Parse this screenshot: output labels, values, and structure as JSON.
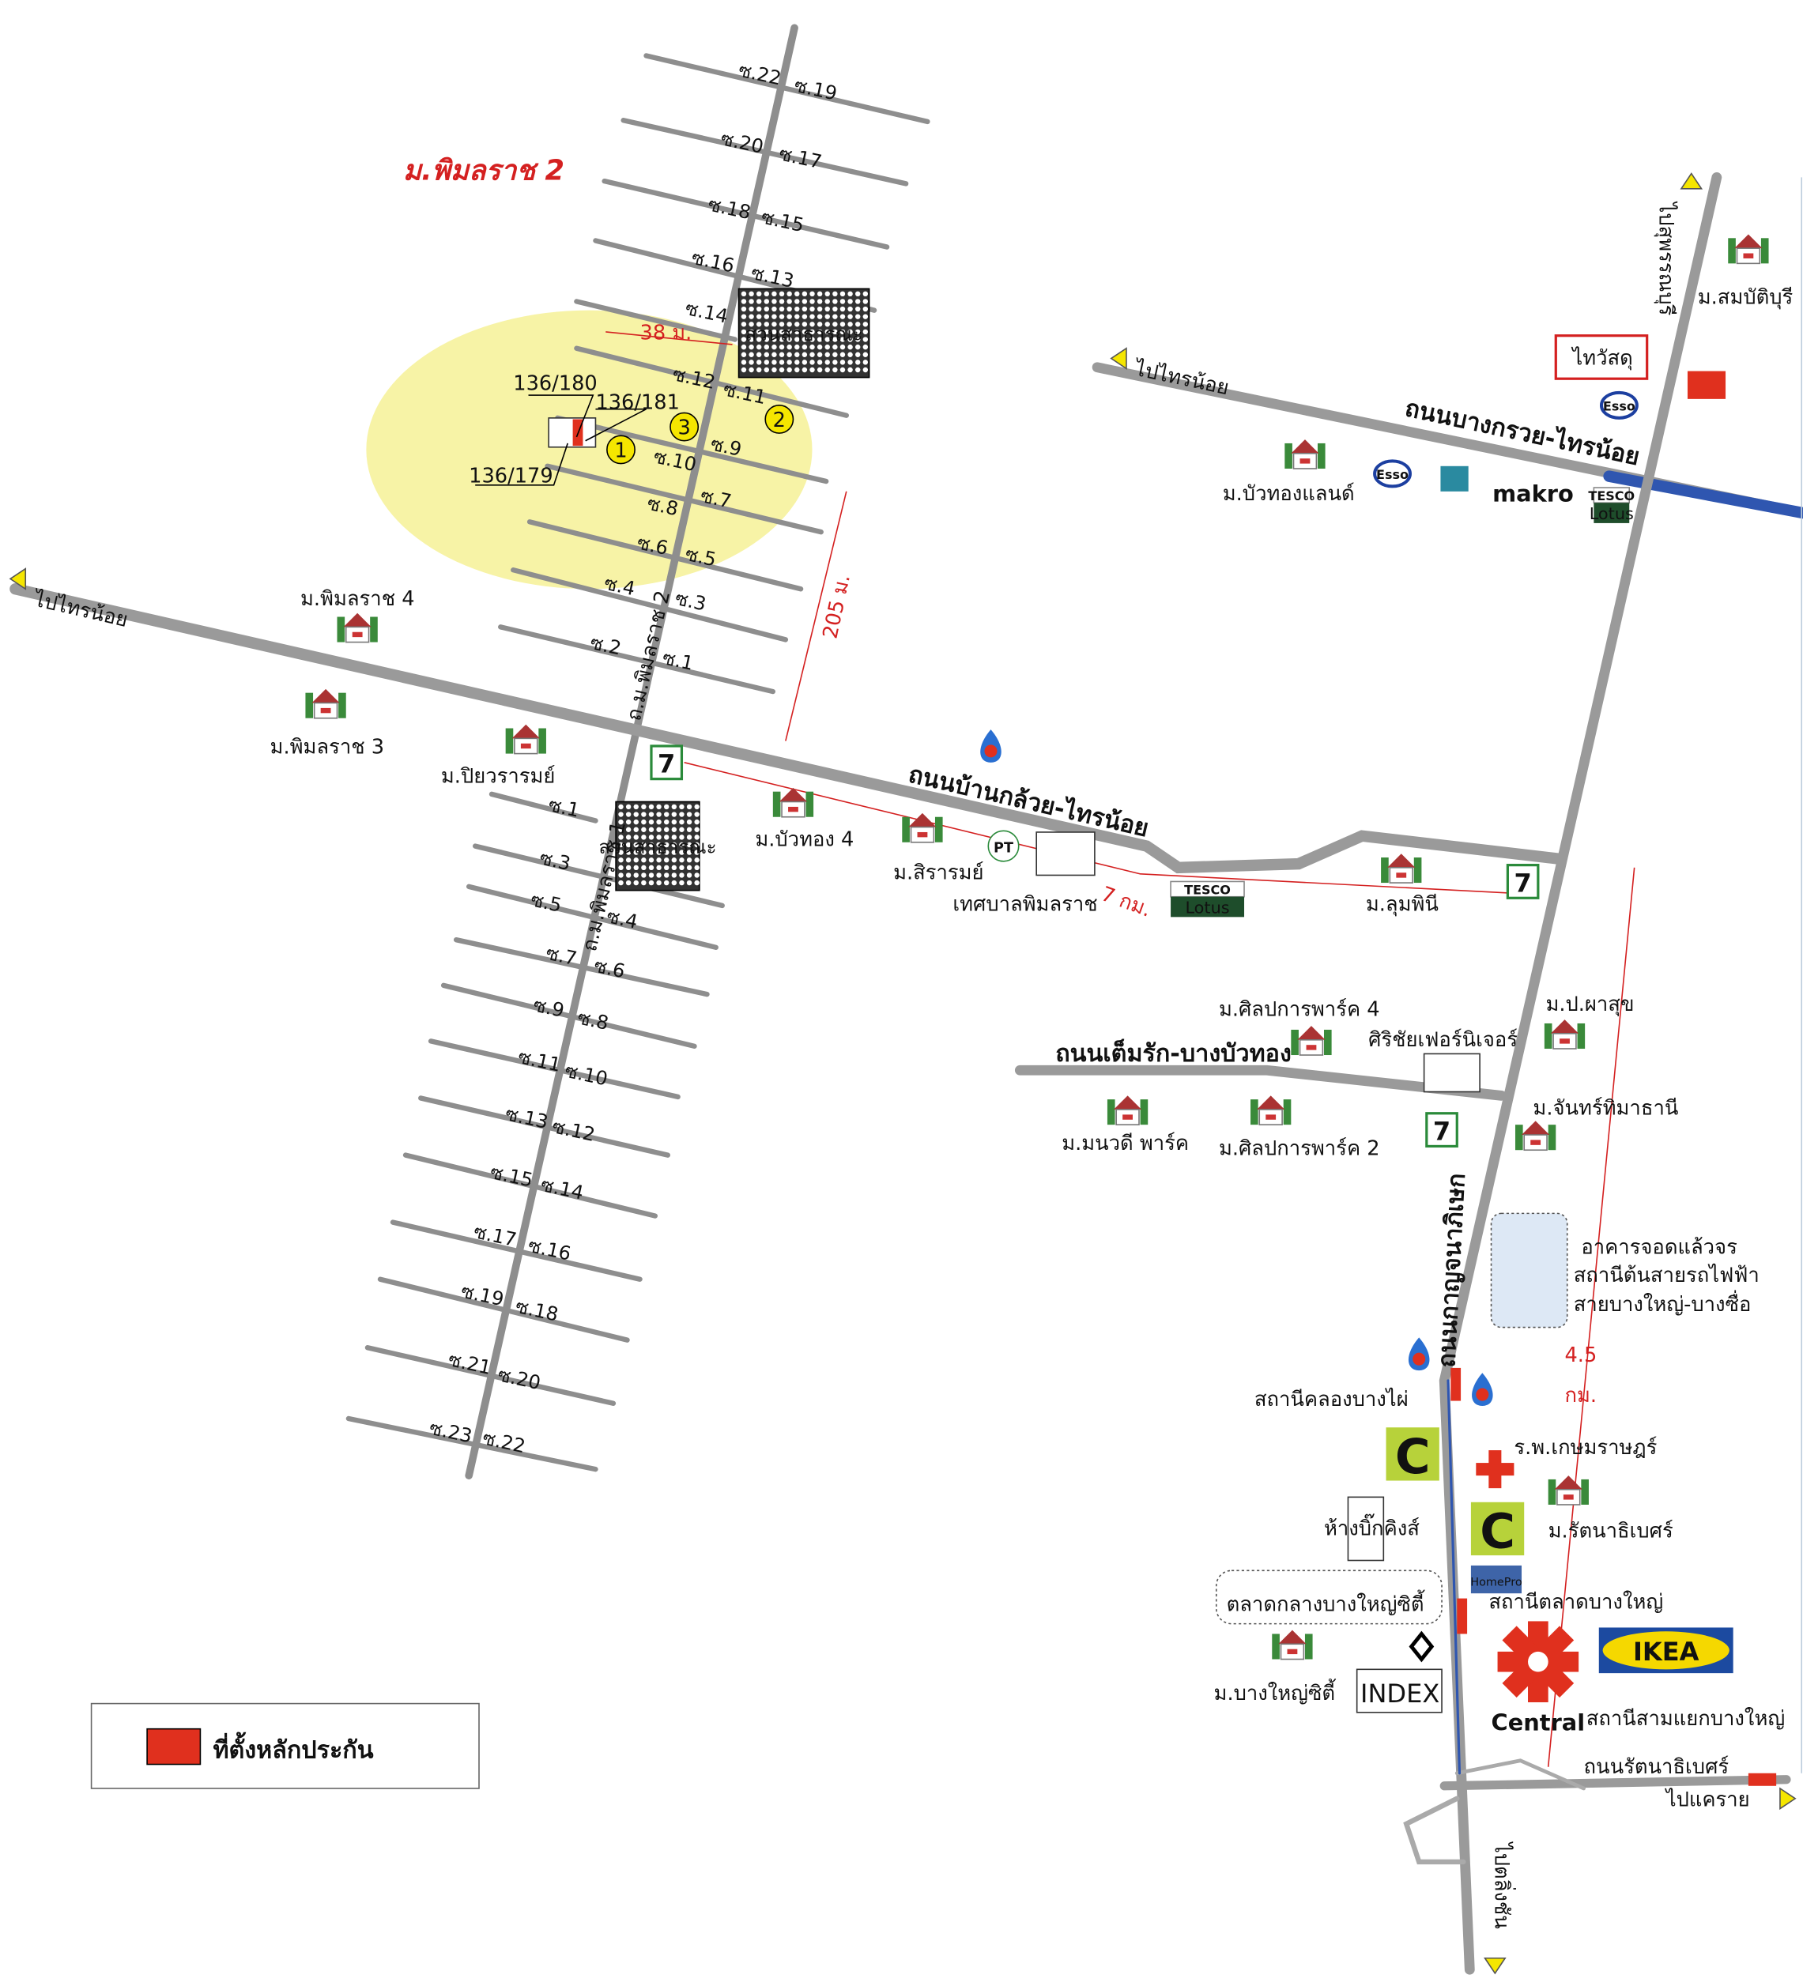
{
  "title": "ม.พิมลราช 2",
  "measurements": {
    "width_38": "38 ม.",
    "dist_205": "205 ม.",
    "dist_7km": "7 กม.",
    "dist_45": "4.5",
    "dist_45_unit": "กม."
  },
  "plots": {
    "p180": "136/180",
    "p181": "136/181",
    "p179": "136/179"
  },
  "markers": [
    "1",
    "2",
    "3"
  ],
  "sois_north": [
    "ซ.22",
    "ซ.19",
    "ซ.20",
    "ซ.17",
    "ซ.18",
    "ซ.15",
    "ซ.16",
    "ซ.13",
    "ซ.14",
    "ซ.12",
    "ซ.11",
    "ซ.10",
    "ซ.9",
    "ซ.8",
    "ซ.7",
    "ซ.6",
    "ซ.5",
    "ซ.4",
    "ซ.3",
    "ซ.2",
    "ซ.1"
  ],
  "sois_south": [
    "ซ.1",
    "ซ.3",
    "ซ.5",
    "ซ.4",
    "ซ.7",
    "ซ.6",
    "ซ.9",
    "ซ.8",
    "ซ.11",
    "ซ.10",
    "ซ.13",
    "ซ.12",
    "ซ.15",
    "ซ.14",
    "ซ.17",
    "ซ.16",
    "ซ.19",
    "ซ.18",
    "ซ.21",
    "ซ.20",
    "ซ.23",
    "ซ.22"
  ],
  "parks": [
    "สวนสาธารณะ",
    "สวนสาธารณะ"
  ],
  "roads": {
    "pimonrat2": "ถ.ม.พิมลราช 2",
    "pimonrat1": "ถ.ม.พิมลราช 1",
    "bankluai": "ถนนบ้านกล้วย-ไทรน้อย",
    "bangkruai": "ถนนบางกรวย-ไทรน้อย",
    "temrak": "ถนนเต็มรัก-บางบัวทอง",
    "kanchana": "ถนนกาญจนาภิเษก",
    "rattanathibet": "ถนนรัตนาธิเบศร์"
  },
  "directions": {
    "sainoi_west": "ไปไทรน้อย",
    "sainoi_north": "ไปไทรน้อย",
    "suphan": "ไปสุพรรณบุรี",
    "khae_rai": "ไปแคราย",
    "taling_chan": "ไปตลิ่งชัน"
  },
  "places": {
    "pimonrat4": "ม.พิมลราช 4",
    "pimonrat3": "ม.พิมลราช 3",
    "piyawararom": "ม.ปิยวรารมย์",
    "buathong4": "ม.บัวทอง 4",
    "sirarom": "ม.สิรารมย์",
    "municipality": "เทศบาลพิมลราช",
    "lumpini": "ม.ลุมพินี",
    "buathongland": "ม.บัวทองแลนด์",
    "sombatburi": "ม.สมบัติบุรี",
    "silpakarn4": "ม.ศิลปการพาร์ค 4",
    "sirichai": "ศิริชัยเฟอร์นิเจอร์",
    "paphasuk": "ม.ป.ผาสุข",
    "chantima": "ม.จันทร์ทิมาธานี",
    "manawadee": "ม.มนวดี พาร์ค",
    "silpakarn2": "ม.ศิลปการพาร์ค 2",
    "parkride1": "อาคารจอดแล้วจร",
    "parkride2": "สถานีต้นสายรถไฟฟ้า",
    "parkride3": "สายบางใหญ่-บางซื่อ",
    "khlongbangphai": "สถานีคลองบางไผ่",
    "kasemrad": "ร.พ.เกษมราษฎร์",
    "bigkings": "ห้างบิ๊กคิงส์",
    "rattanathibet_village": "ม.รัตนาธิเบศร์",
    "talad_city": "ตลาดกลางบางใหญ่ซิตี้",
    "talad_station": "สถานีตลาดบางใหญ่",
    "bangyai_city": "ม.บางใหญ่ซิตี้",
    "samyaek_station": "สถานีสามแยกบางใหญ่"
  },
  "brands": {
    "thaiwatsadu": "ไทวัสดุ",
    "esso": "Esso",
    "makro": "makro",
    "tesco": "TESCO",
    "lotus": "Lotus",
    "seven": "7",
    "bigc": "C",
    "homepro": "HomePro",
    "ikea": "IKEA",
    "central": "Central",
    "index": "INDEX",
    "pt": "PT"
  },
  "legend": {
    "label": "ที่ตั้งหลักประกัน"
  },
  "colors": {
    "road": "#9a9a9a",
    "area": "#f7f3a6",
    "accent": "#d42020",
    "marker": "#f5e600",
    "blue_road": "#2f56b0"
  }
}
